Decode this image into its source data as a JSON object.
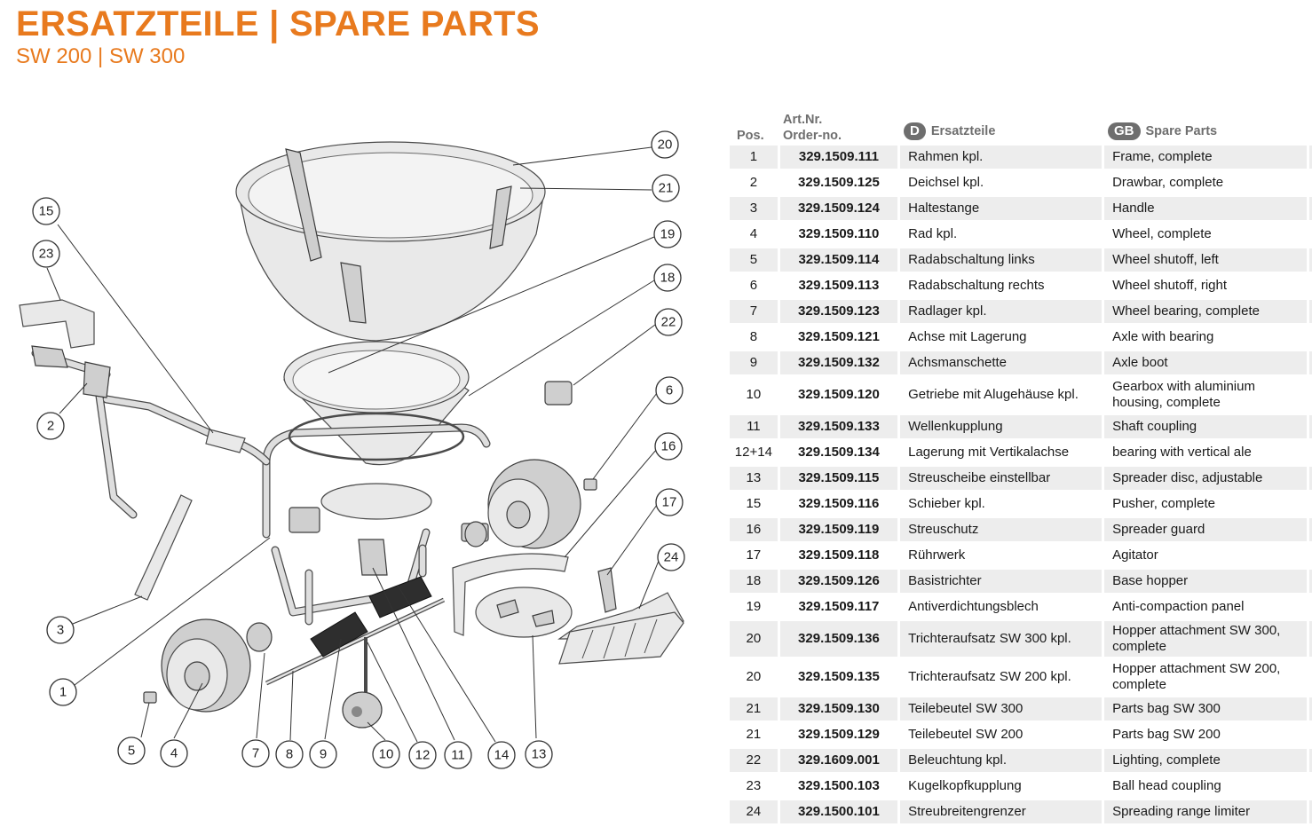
{
  "header": {
    "title": "ERSATZTEILE | SPARE PARTS",
    "subtitle": "SW 200 | SW 300"
  },
  "table": {
    "col_pos": "Pos.",
    "col_art_line1": "Art.Nr.",
    "col_art_line2": "Order-no.",
    "de_badge": "D",
    "col_de": "Ersatzteile",
    "gb_badge": "GB",
    "col_gb": "Spare Parts",
    "rows": [
      {
        "pos": "1",
        "art": "329.1509.111",
        "de": "Rahmen kpl.",
        "gb": "Frame, complete"
      },
      {
        "pos": "2",
        "art": "329.1509.125",
        "de": "Deichsel kpl.",
        "gb": "Drawbar, complete"
      },
      {
        "pos": "3",
        "art": "329.1509.124",
        "de": "Haltestange",
        "gb": "Handle"
      },
      {
        "pos": "4",
        "art": "329.1509.110",
        "de": "Rad kpl.",
        "gb": "Wheel, complete"
      },
      {
        "pos": "5",
        "art": "329.1509.114",
        "de": "Radabschaltung links",
        "gb": "Wheel shutoff, left"
      },
      {
        "pos": "6",
        "art": "329.1509.113",
        "de": "Radabschaltung rechts",
        "gb": "Wheel shutoff, right"
      },
      {
        "pos": "7",
        "art": "329.1509.123",
        "de": "Radlager kpl.",
        "gb": "Wheel bearing, complete"
      },
      {
        "pos": "8",
        "art": "329.1509.121",
        "de": "Achse mit Lagerung",
        "gb": "Axle with bearing"
      },
      {
        "pos": "9",
        "art": "329.1509.132",
        "de": "Achsmanschette",
        "gb": "Axle boot"
      },
      {
        "pos": "10",
        "art": "329.1509.120",
        "de": "Getriebe mit Alugehäuse kpl.",
        "gb": "Gearbox with aluminium housing, complete"
      },
      {
        "pos": "11",
        "art": "329.1509.133",
        "de": "Wellenkupplung",
        "gb": "Shaft coupling"
      },
      {
        "pos": "12+14",
        "art": "329.1509.134",
        "de": "Lagerung mit Vertikalachse",
        "gb": "bearing with vertical ale"
      },
      {
        "pos": "13",
        "art": "329.1509.115",
        "de": "Streuscheibe einstellbar",
        "gb": "Spreader disc, adjustable"
      },
      {
        "pos": "15",
        "art": "329.1509.116",
        "de": "Schieber kpl.",
        "gb": "Pusher, complete"
      },
      {
        "pos": "16",
        "art": "329.1509.119",
        "de": "Streuschutz",
        "gb": "Spreader guard"
      },
      {
        "pos": "17",
        "art": "329.1509.118",
        "de": "Rührwerk",
        "gb": "Agitator"
      },
      {
        "pos": "18",
        "art": "329.1509.126",
        "de": "Basistrichter",
        "gb": "Base hopper"
      },
      {
        "pos": "19",
        "art": "329.1509.117",
        "de": "Antiverdichtungsblech",
        "gb": "Anti-compaction panel"
      },
      {
        "pos": "20",
        "art": "329.1509.136",
        "de": "Trichteraufsatz SW 300 kpl.",
        "gb": "Hopper attachment SW 300, complete"
      },
      {
        "pos": "20",
        "art": "329.1509.135",
        "de": "Trichteraufsatz SW 200 kpl.",
        "gb": "Hopper attachment SW 200, complete"
      },
      {
        "pos": "21",
        "art": "329.1509.130",
        "de": "Teilebeutel  SW 300",
        "gb": "Parts bag SW 300"
      },
      {
        "pos": "21",
        "art": "329.1509.129",
        "de": "Teilebeutel SW 200",
        "gb": "Parts bag SW 200"
      },
      {
        "pos": "22",
        "art": "329.1609.001",
        "de": "Beleuchtung kpl.",
        "gb": "Lighting, complete"
      },
      {
        "pos": "23",
        "art": "329.1500.103",
        "de": "Kugelkopfkupplung",
        "gb": "Ball head coupling"
      },
      {
        "pos": "24",
        "art": "329.1500.101",
        "de": "Streubreitengrenzer",
        "gb": "Spreading range limiter"
      }
    ]
  },
  "diagram": {
    "callouts": [
      "1",
      "2",
      "3",
      "4",
      "5",
      "6",
      "7",
      "8",
      "9",
      "10",
      "11",
      "12",
      "13",
      "14",
      "15",
      "16",
      "17",
      "18",
      "19",
      "20",
      "21",
      "22",
      "23",
      "24"
    ]
  },
  "colors": {
    "accent": "#e87a1e",
    "row_stripe": "#ededed",
    "header_grey": "#6e6e6e"
  }
}
